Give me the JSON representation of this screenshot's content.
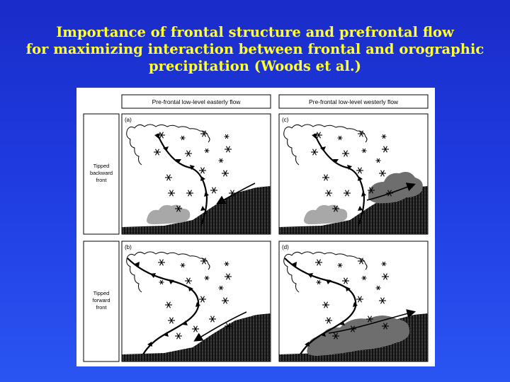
{
  "title": {
    "line1": "Importance of frontal structure and prefrontal flow",
    "line2": "for maximizing interaction between frontal and orographic",
    "line3": "precipitation (Woods et al.)"
  },
  "figure": {
    "header_left": "Pre-frontal low-level easterly flow",
    "header_right": "Pre-frontal low-level westerly flow",
    "row_top_label_1": "Tipped",
    "row_top_label_2": "backward",
    "row_top_label_3": "front",
    "row_bottom_label_1": "Tipped",
    "row_bottom_label_2": "forward",
    "row_bottom_label_3": "front",
    "panel_a": "(a)",
    "panel_b": "(b)",
    "panel_c": "(c)",
    "panel_d": "(d)",
    "colors": {
      "background": "#1f3be0",
      "title": "#ffff33",
      "light_precip": "#a8a8a8",
      "heavy_precip": "#6e6e6e",
      "terrain": "#111111"
    }
  }
}
